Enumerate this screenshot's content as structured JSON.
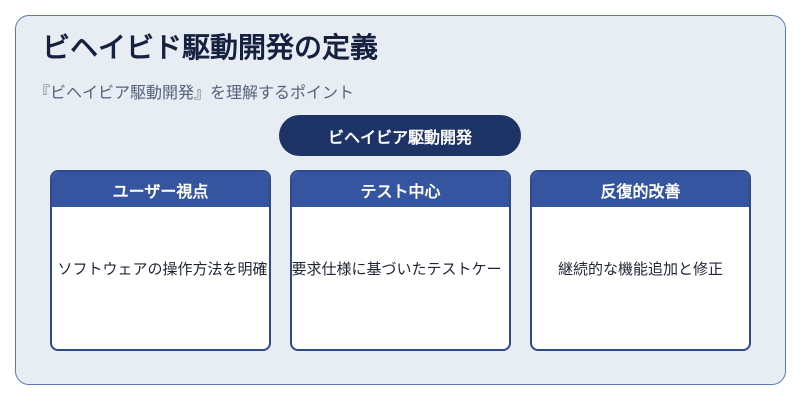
{
  "title": "ビヘイビド駆動開発の定義",
  "subtitle": "『ビヘイビア駆動開発』を理解するポイント",
  "center_label": "ビヘイビア駆動開発",
  "cards": [
    {
      "header": "ユーザー視点",
      "body": "ソフトウェアの操作方法を明確"
    },
    {
      "header": "テスト中心",
      "body": "要求仕様に基づいたテストケー"
    },
    {
      "header": "反復的改善",
      "body": "継続的な機能追加と修正"
    }
  ],
  "colors": {
    "frame_bg": "#e8edf3",
    "frame_border": "#5e79ad",
    "pill_bg": "#1e3366",
    "card_header_bg": "#3555a0",
    "card_border": "#2e4b8c"
  }
}
